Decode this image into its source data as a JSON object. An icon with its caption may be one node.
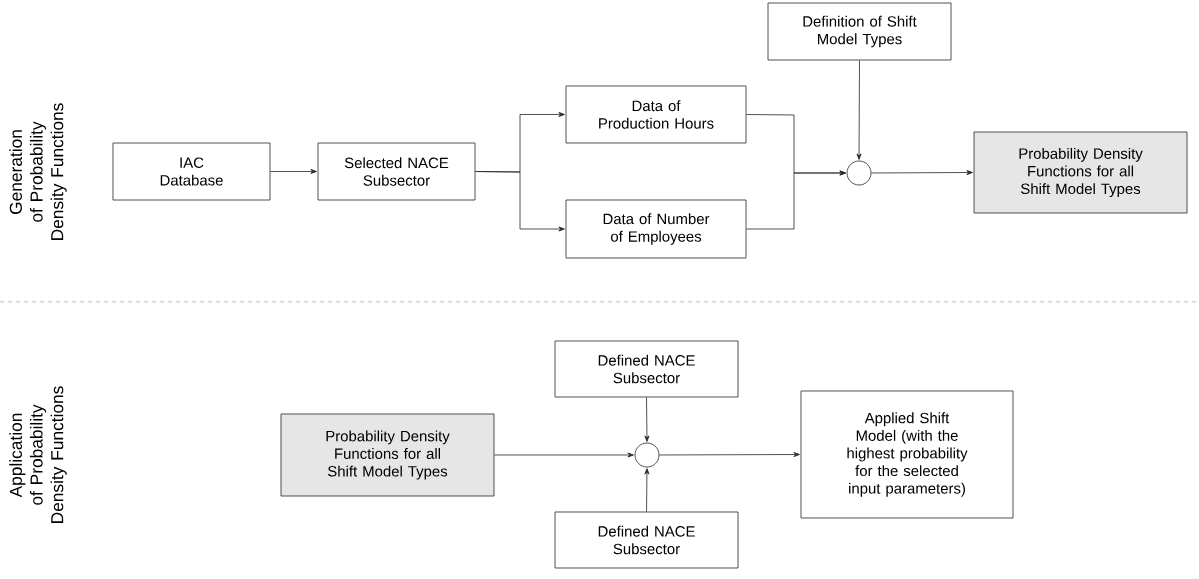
{
  "diagram": {
    "nodes": [
      {
        "text": [
          "IAC Database"
        ]
      },
      {
        "text": [
          "Selected NACE Subsector"
        ]
      },
      {
        "text": [
          "Data of Production Hours"
        ]
      },
      {
        "text": [
          "Data of Number of Employees"
        ]
      },
      {
        "text": [
          "Definition of Shift Model Types"
        ]
      },
      {
        "text": [],
        "shape": "circle"
      },
      {
        "text": [
          "Probability Density Functions for all Shift Model Types"
        ]
      },
      {
        "text": [
          "Probability Density Functions for all Shift Model Types"
        ]
      },
      {
        "text": [
          "Defined NACE Subsector"
        ]
      },
      {
        "text": [],
        "shape": "circle"
      },
      {
        "text": [
          "Defined NACE Subsector"
        ]
      },
      {
        "text": [
          "Applied Shift Model (with the highest probability for the selected input parameters)"
        ]
      }
    ],
    "edges": [
      {
        "from": 0,
        "to": 1,
        "arrow": "to"
      },
      {
        "from": 1,
        "to": 2,
        "arrow": "to"
      },
      {
        "from": 1,
        "to": 3,
        "arrow": "to"
      },
      {
        "from": 2,
        "to": 5,
        "arrow": "to"
      },
      {
        "from": 3,
        "to": 5,
        "arrow": "to"
      },
      {
        "from": 4,
        "to": 5,
        "arrow": "to"
      },
      {
        "from": 5,
        "to": 6,
        "arrow": "to"
      },
      {
        "from": 7,
        "to": 9,
        "arrow": "to"
      },
      {
        "from": 8,
        "to": 9,
        "arrow": "to"
      },
      {
        "from": 10,
        "to": 9,
        "arrow": "to"
      },
      {
        "from": 9,
        "to": 11,
        "arrow": "to"
      }
    ],
    "labels": [
      "Generation of Probability Density Functions",
      "Application of Probability Density Functions"
    ]
  }
}
